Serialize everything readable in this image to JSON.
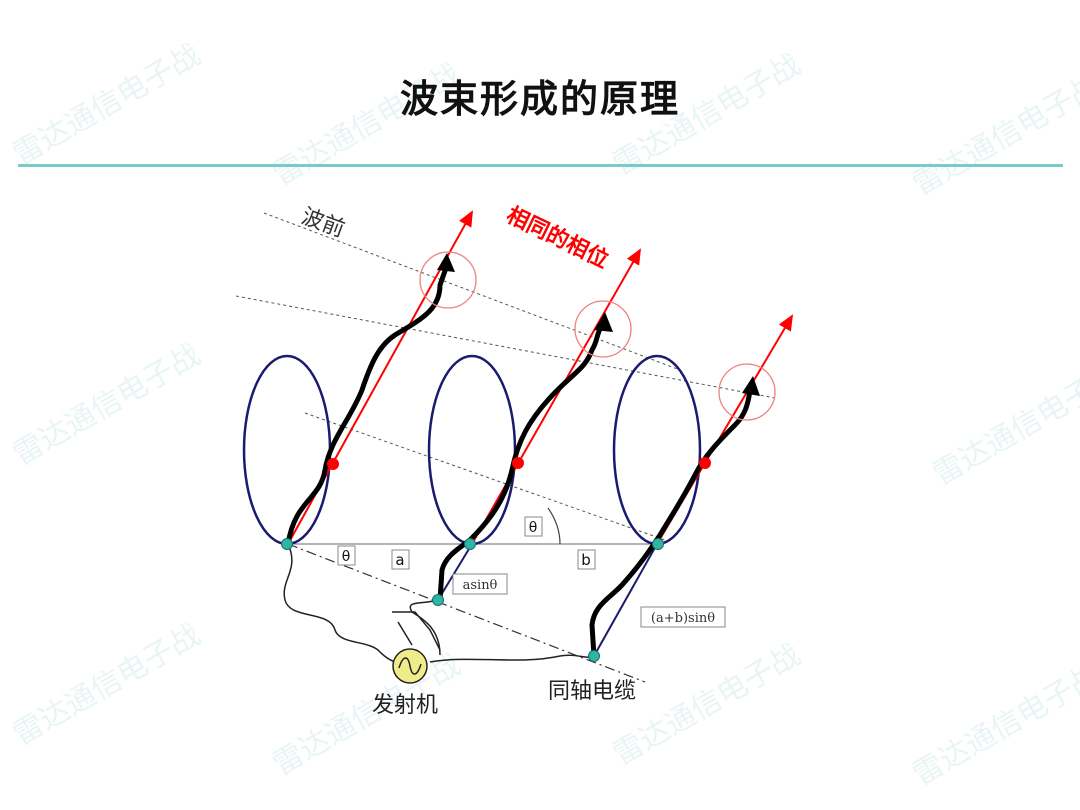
{
  "title": "波束形成的原理",
  "labels": {
    "wavefront": "波前",
    "same_phase": "相同的相位",
    "theta": "θ",
    "a": "a",
    "b": "b",
    "asin": "asinθ",
    "absin": "(a+b)sinθ",
    "transmitter": "发射机",
    "coax": "同轴电缆"
  },
  "watermark": "雷达通信电子战",
  "colors": {
    "accent_rule": "#7ccac7",
    "ray": "#ff0000",
    "loop": "#1a1a6e",
    "wave": "#000000",
    "node": "#2fb5a5"
  }
}
